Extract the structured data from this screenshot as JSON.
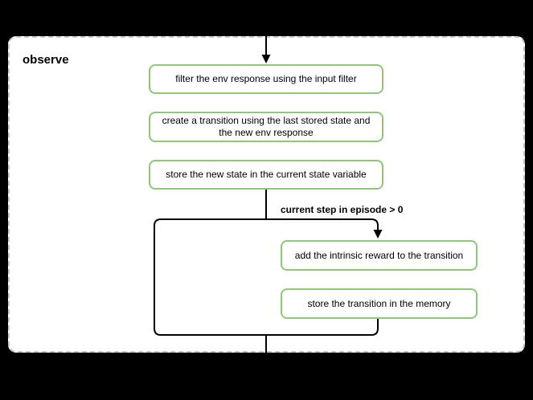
{
  "diagram": {
    "title": "observe",
    "nodes": [
      {
        "id": "filter-env-response",
        "text": "filter the env response using the input filter"
      },
      {
        "id": "create-transition",
        "text": "create a transition using the last stored state and the new env response"
      },
      {
        "id": "store-current-state",
        "text": "store the new state in the current state variable"
      },
      {
        "id": "add-intrinsic-reward",
        "text": "add the intrinsic reward to the transition"
      },
      {
        "id": "store-transition-memory",
        "text": "store the transition in the memory"
      }
    ],
    "condition_label": "current step in episode > 0",
    "colors": {
      "node_border": "#93c47d",
      "node_fill": "#ffffff",
      "connector": "#000000",
      "card_background": "#ffffff",
      "card_border": "#c6c6c6",
      "canvas_background": "#000000"
    }
  }
}
